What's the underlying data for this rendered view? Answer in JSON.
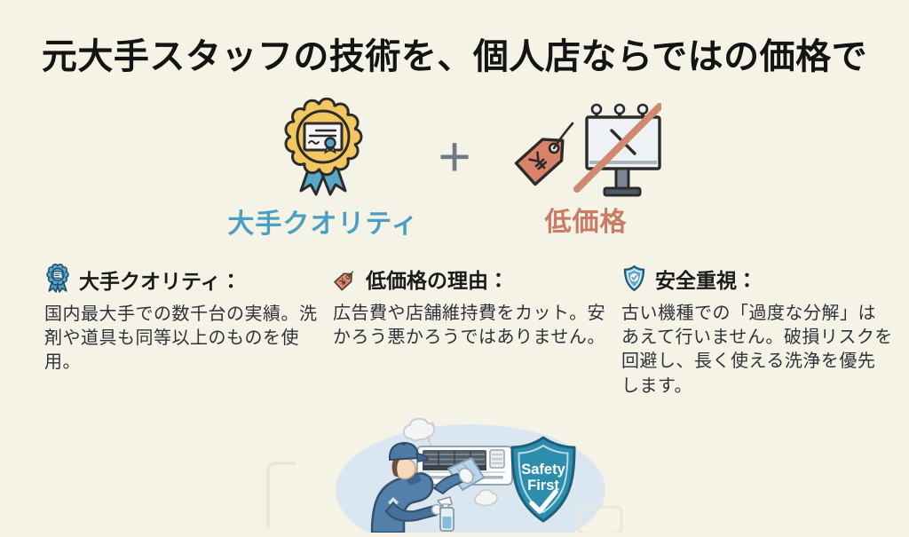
{
  "slide": {
    "title": "元大手スタッフの技術を、個人店ならではの価格で"
  },
  "formula": {
    "quality_label": "大手クオリティ",
    "plus_sign": "+",
    "price_label": "低価格"
  },
  "features": [
    {
      "icon": "medal-badge-icon",
      "heading": "大手クオリティ：",
      "body": "国内最大手での数千台の実績。洗\n剤や道具も同等以上のものを使\n用。"
    },
    {
      "icon": "price-tag-icon",
      "heading": "低価格の理由：",
      "body": "広告費や店舗維持費をカット。安\nかろう悪かろうではありません。"
    },
    {
      "icon": "shield-check-icon",
      "heading": "安全重視：",
      "body": "古い機種での「過度な分解」は\nあえて行いません。破損リスクを\n回避し、長く使える洗浄を優先\nします。"
    }
  ],
  "illustration": {
    "badge_line1": "Safety",
    "badge_line2": "First"
  },
  "colors": {
    "background": "#f5f3e6",
    "title_text": "#141414",
    "accent_blue": "#4aa0c1",
    "accent_salmon": "#c97c63",
    "medal_yellow": "#f2c75f",
    "ribbon_teal": "#59a7c7",
    "tag_salmon": "#d8826a",
    "shield_teal": "#2d8dac",
    "plus_gray": "#6e7a84"
  }
}
